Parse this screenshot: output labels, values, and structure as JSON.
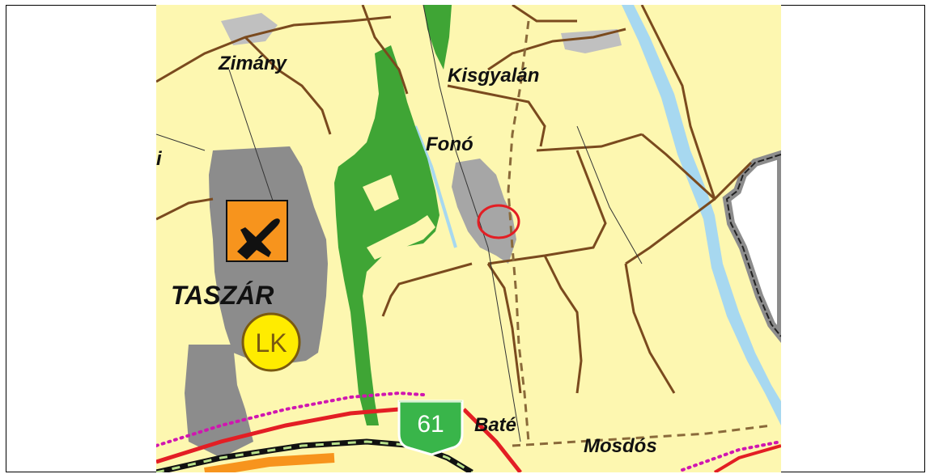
{
  "labels": {
    "zimany": "Zimány",
    "kisgyalan": "Kisgyalán",
    "fono": "Fonó",
    "i_fragment": "i",
    "taszar": "TASZÁR",
    "bate": "Baté",
    "mosdos": "Mosdós"
  },
  "symbols": {
    "airport_icon": "airplane-icon",
    "lk_label": "LK",
    "road_number": "61"
  },
  "colors": {
    "background": "#fdf7b0",
    "forest": "#3fa535",
    "urban": "#8c8c8c",
    "water": "#a7d8f0",
    "boundary": "#7a4a1e",
    "highway": "#e31e24",
    "boundary_dotted": "#d016b0",
    "airport": "#f7941d",
    "lk_circle": "#ffec00",
    "marker": "#e31e24",
    "road_sign": "#39b54a"
  }
}
